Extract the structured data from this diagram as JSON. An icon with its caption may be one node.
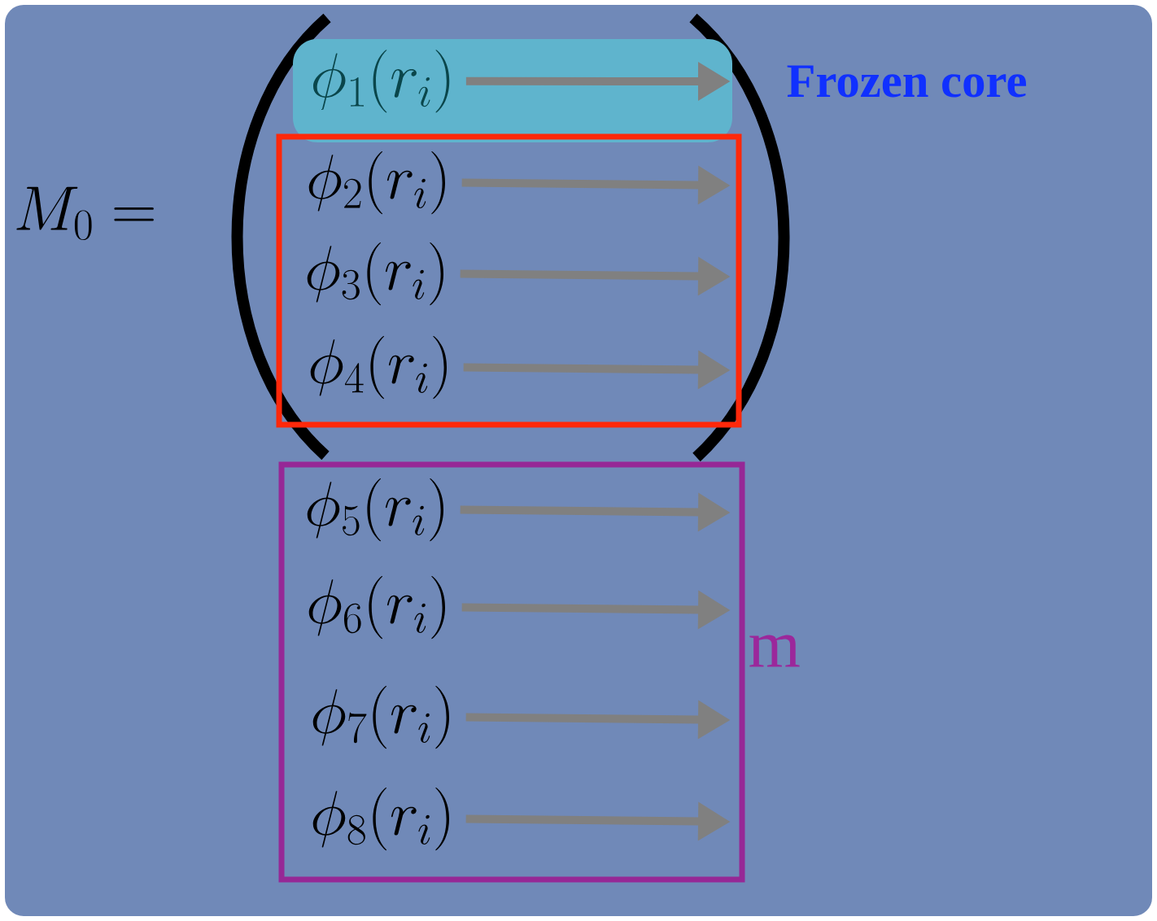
{
  "diagram": {
    "nodes": [
      {
        "text": [],
        "shape": "box",
        "beside": [
          "Frozen core"
        ]
      },
      {
        "text": [
          "\\phi_1(r_i)"
        ],
        "in": 0
      },
      {
        "text": [],
        "shape": "box"
      },
      {
        "text": [
          "\\phi_2(r_i)"
        ],
        "in": 2
      },
      {
        "text": [
          "\\phi_3(r_i)"
        ],
        "in": 2
      },
      {
        "text": [
          "\\phi_4(r_i)"
        ],
        "in": 2
      },
      {
        "text": [],
        "shape": "box",
        "beside": [
          "m"
        ]
      },
      {
        "text": [
          "\\phi_5(r_i)"
        ],
        "in": 6
      },
      {
        "text": [
          "\\phi_6(r_i)"
        ],
        "in": 6
      },
      {
        "text": [
          "\\phi_7(r_i)"
        ],
        "in": 6
      },
      {
        "text": [
          "\\phi_8(r_i)"
        ],
        "in": 6
      }
    ],
    "edges": [
      {
        "from": 1,
        "to": null,
        "arrow": "to"
      },
      {
        "from": 3,
        "to": null,
        "arrow": "to"
      },
      {
        "from": 4,
        "to": null,
        "arrow": "to"
      },
      {
        "from": 5,
        "to": null,
        "arrow": "to"
      },
      {
        "from": 7,
        "to": null,
        "arrow": "to"
      },
      {
        "from": 8,
        "to": null,
        "arrow": "to"
      },
      {
        "from": 9,
        "to": null,
        "arrow": "to"
      },
      {
        "from": 10,
        "to": null,
        "arrow": "to"
      }
    ],
    "labels": [
      "M_0 ="
    ]
  }
}
